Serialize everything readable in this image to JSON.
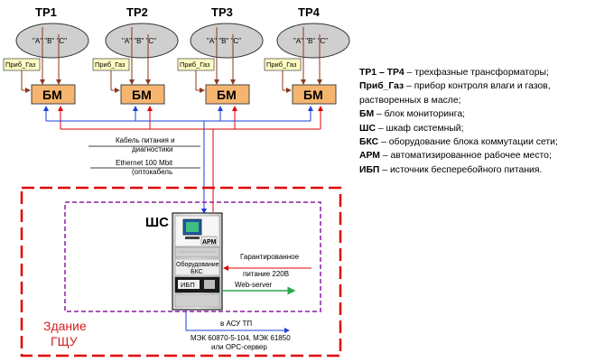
{
  "transformers": [
    {
      "title": "ТР1",
      "phases": "\"A\" \"B\" \"C\"",
      "sensor": "Приб_Газ",
      "monitor": "БМ"
    },
    {
      "title": "ТР2",
      "phases": "\"A\" \"B\" \"C\"",
      "sensor": "Приб_Газ",
      "monitor": "БМ"
    },
    {
      "title": "ТР3",
      "phases": "\"A\" \"B\" \"C\"",
      "sensor": "Приб_Газ",
      "monitor": "БМ"
    },
    {
      "title": "ТР4",
      "phases": "\"A\" \"B\" \"C\"",
      "sensor": "Приб_Газ",
      "monitor": "БМ"
    }
  ],
  "cables": {
    "power_line1": "Кабель питания и",
    "power_line2": "диагностики",
    "ethernet_line1": "Ethernet 100 Mbit",
    "ethernet_line2": "(оптокабель"
  },
  "cabinet": {
    "label": "ШС",
    "arm": "АРМ",
    "bks_line1": "Оборудование",
    "bks_line2": "БКС",
    "ups": "ИБП",
    "power_in_line1": "Гарантированное",
    "power_in_line2": "питание  220В",
    "web": "Web-server",
    "asu_line1": "в АСУ ТП",
    "asu_line2": "МЭК 60870-5-104, МЭК 61850",
    "asu_line3": "или OPC-сервер"
  },
  "building": {
    "line1": "Здание",
    "line2": "ГЩУ"
  },
  "legend": [
    {
      "term": "ТР1 – ТР4",
      "text": "  – трехфазные трансформаторы;"
    },
    {
      "term": "Приб_Газ",
      "text": " – прибор контроля влаги и газов, растворенных в масле;"
    },
    {
      "term": "БМ",
      "text": " – блок мониторинга;"
    },
    {
      "term": "ШС",
      "text": " – шкаф системный;"
    },
    {
      "term": "БКС",
      "text": " – оборудование блока коммутации сети;"
    },
    {
      "term": "АРМ",
      "text": " – автоматизированное рабочее место;"
    },
    {
      "term": "ИБП",
      "text": " – источник бесперебойного питания."
    }
  ],
  "colors": {
    "bm_fill": "#f5b56f",
    "sensor_fill": "#fffcc2",
    "ellipse_fill": "#cfcfcf",
    "red": "#e00000",
    "blue": "#1a3fd6",
    "green": "#2aa84a",
    "purple": "#8a1fa0",
    "arrow_brown": "#8b3a1a"
  }
}
